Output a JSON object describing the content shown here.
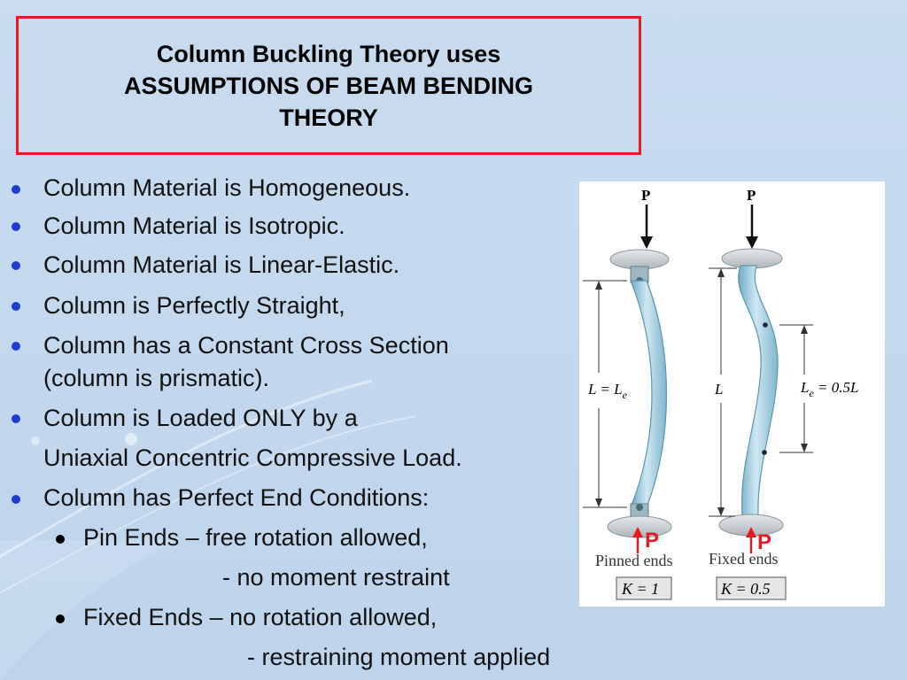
{
  "title": {
    "line1": "Column Buckling Theory uses",
    "line2": "ASSUMPTIONS OF BEAM BENDING",
    "line3": "THEORY"
  },
  "bullets": [
    "Column Material is Homogeneous.",
    "Column Material is Isotropic.",
    "Column Material is Linear-Elastic.",
    "Column is Perfectly Straight,",
    "Column has a Constant Cross Section",
    "(column is prismatic).",
    "Column is Loaded ONLY by a",
    "Uniaxial Concentric Compressive Load.",
    "Column has Perfect End Conditions:"
  ],
  "sub_items": [
    "Pin Ends – free rotation allowed,",
    "- no moment restraint",
    "Fixed Ends – no rotation allowed,",
    "- restraining moment applied"
  ],
  "figure": {
    "load_label_left": "P",
    "load_label_right": "P",
    "length_left": "L = L",
    "length_left_sub": "e",
    "length_right": "L",
    "eff_length_right": "L",
    "eff_length_right_sub": "e",
    "eff_length_right_value": " = 0.5L",
    "caption_left": "Pinned ends",
    "caption_right": "Fixed ends",
    "k_left": "K = 1",
    "k_right": "K = 0.5",
    "reaction_left": "P",
    "reaction_right": "P"
  },
  "colors": {
    "bullet_blue": "#1e3cd0",
    "title_border": "#e21b24",
    "reaction_red": "#e21b24",
    "background": "#c4d8ee"
  }
}
